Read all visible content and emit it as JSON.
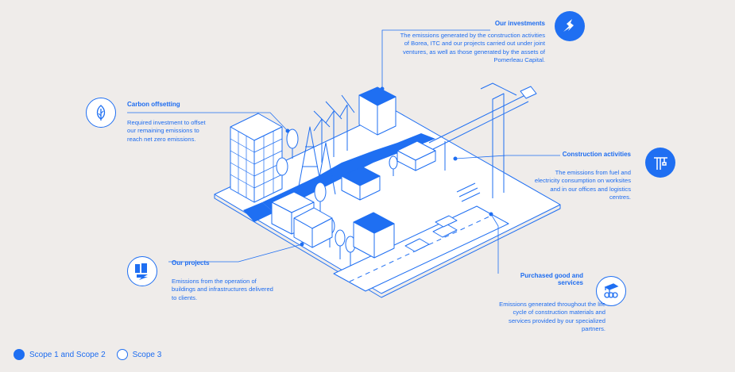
{
  "callouts": {
    "investments": {
      "title": "Our investments",
      "text": "The emissions generated by the construction activities of Borea, ITC and our projects carried out under joint ventures, as well as those generated by the assets of Pomerleau Capital."
    },
    "offsetting": {
      "title": "Carbon offsetting",
      "text": "Required investment to offset our remaining emissions to reach net zero emissions."
    },
    "construction": {
      "title": "Construction activities",
      "text": "The emissions from fuel and electricity consumption on worksites and in our offices and logistics centres."
    },
    "projects": {
      "title": "Our projects",
      "text": "Emissions from the operation of buildings and infrastructures delivered to clients."
    },
    "purchased": {
      "title": "Purchased good and services",
      "text": "Emissions generated throughout the life cycle of construction materials and services provided by our specialized partners."
    }
  },
  "legend": {
    "scope12": "Scope 1 and Scope 2",
    "scope3": "Scope 3"
  },
  "colors": {
    "accent": "#1f6ff2",
    "background": "#efecea",
    "line": "#1d6cf0"
  }
}
